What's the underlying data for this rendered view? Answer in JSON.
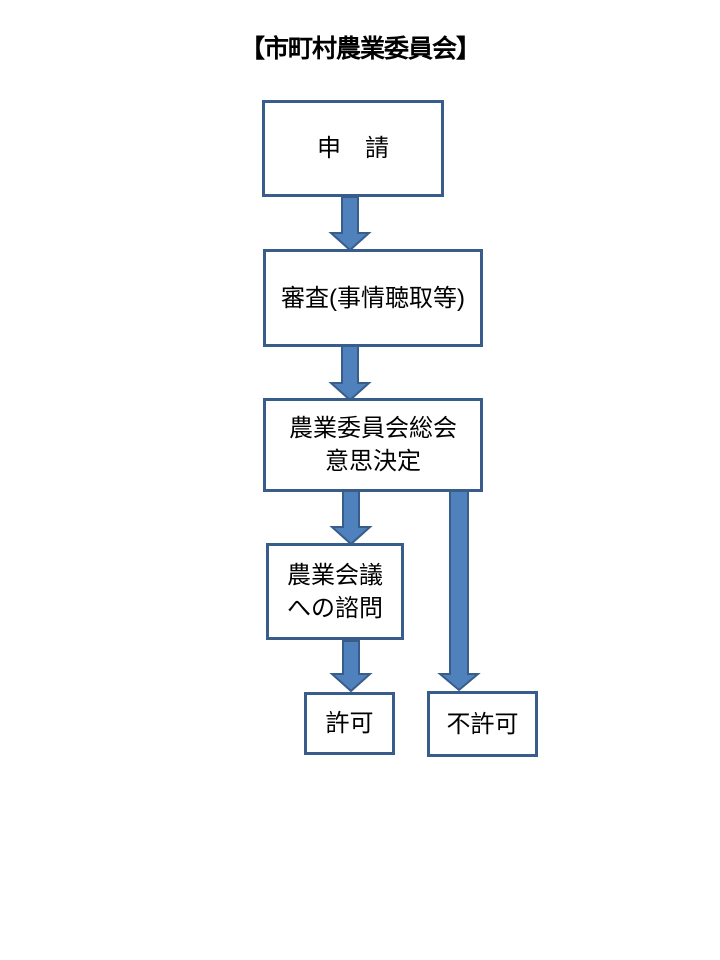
{
  "title": "【市町村農業委員会】",
  "colors": {
    "background": "#FFFFFF",
    "text": "#000000",
    "box_border": "#385D8A",
    "arrow_fill": "#4F81BD",
    "arrow_stroke": "#385D8A"
  },
  "nodes": [
    {
      "id": "application",
      "lines": [
        "申　請"
      ]
    },
    {
      "id": "examination",
      "lines": [
        "審査(事情聴取等)"
      ]
    },
    {
      "id": "general-meeting",
      "lines": [
        "農業委員会総会",
        "意思決定"
      ]
    },
    {
      "id": "consultation",
      "lines": [
        "農業会議",
        "への諮問"
      ]
    },
    {
      "id": "permit",
      "lines": [
        "許可"
      ]
    },
    {
      "id": "no-permit",
      "lines": [
        "不許可"
      ]
    }
  ],
  "edges": [
    {
      "from": "application",
      "to": "examination"
    },
    {
      "from": "examination",
      "to": "general-meeting"
    },
    {
      "from": "general-meeting",
      "to": "consultation"
    },
    {
      "from": "consultation",
      "to": "permit"
    },
    {
      "from": "general-meeting",
      "to": "no-permit"
    }
  ]
}
